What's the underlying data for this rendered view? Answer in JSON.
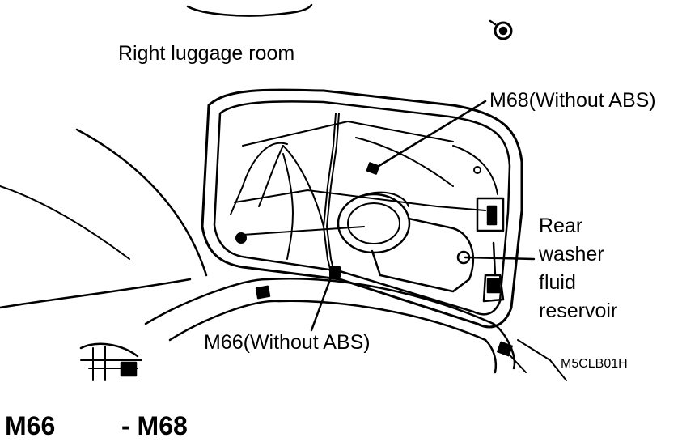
{
  "labels": {
    "room": "Right luggage room",
    "m68": "M68(Without ABS)",
    "rear_lines": [
      "Rear",
      "washer",
      "fluid",
      "reservoir"
    ],
    "m66": "M66(Without ABS)",
    "code": "M5CLB01H"
  },
  "heading": {
    "left": "M66",
    "right": "- M68"
  }
}
